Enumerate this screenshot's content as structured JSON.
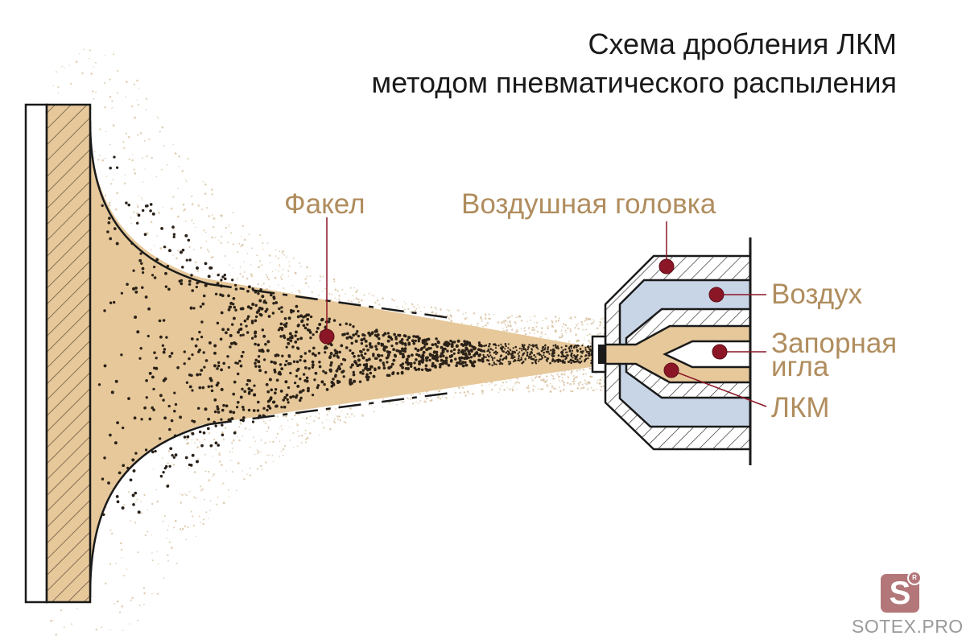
{
  "title": {
    "line1": "Схема дробления ЛКМ",
    "line2": "методом пневматического распыления"
  },
  "labels": {
    "fakel": "Факел",
    "air_head": "Воздушная головка",
    "air": "Воздух",
    "needle_line1": "Запорная",
    "needle_line2": "игла",
    "lkm": "ЛКМ"
  },
  "brand": {
    "logo_letter": "S",
    "logo_mark": "R",
    "name": "SOTEX.PRO"
  },
  "colors": {
    "paint": "#e6c89a",
    "air": "#c8d5e6",
    "marker": "#8b1726",
    "label": "#b08d5e",
    "logo": "#b3777a"
  }
}
